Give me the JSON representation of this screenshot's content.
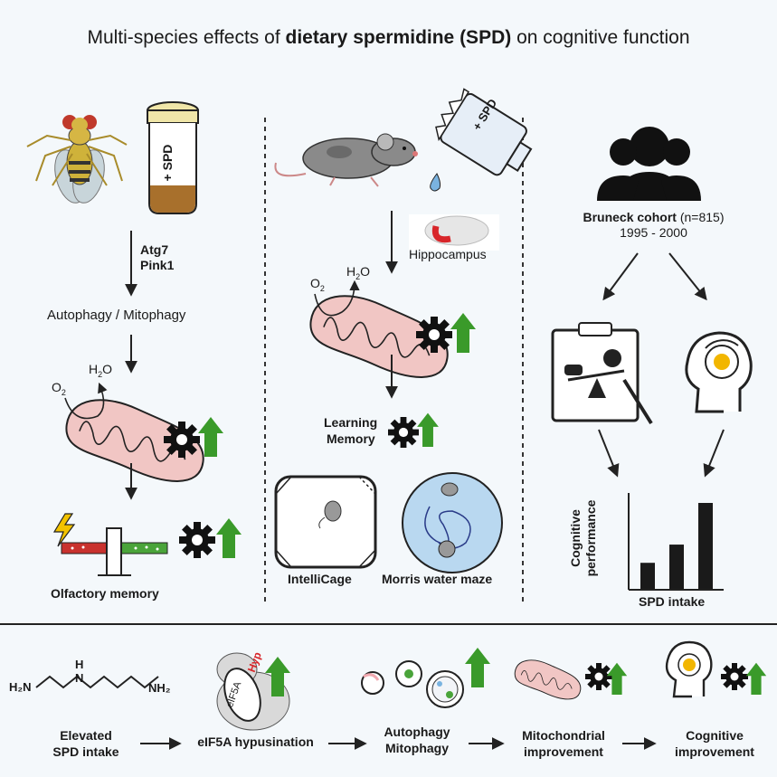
{
  "title": {
    "prefix": "Multi-species effects of ",
    "bold": "dietary spermidine (SPD)",
    "suffix": " on cognitive function"
  },
  "fly_panel": {
    "vial_label": "+ SPD",
    "genes": [
      "Atg7",
      "Pink1"
    ],
    "process": "Autophagy / Mitophagy",
    "o2": "O",
    "o2_sub": "2",
    "h2o_h": "H",
    "h2o_sub": "2",
    "h2o_o": "O",
    "outcome": "Olfactory memory"
  },
  "mouse_panel": {
    "bottle_label": "+ SPD",
    "region": "Hippocampus",
    "o2": "O",
    "o2_sub": "2",
    "h2o_h": "H",
    "h2o_sub": "2",
    "h2o_o": "O",
    "outcome_lines": [
      "Learning",
      "Memory"
    ],
    "test1": "IntelliCage",
    "test2": "Morris water maze"
  },
  "human_panel": {
    "cohort_name": "Bruneck cohort",
    "cohort_n": "(n=815)",
    "years": "1995 - 2000",
    "ylabel_lines": [
      "Cognitive",
      "performance"
    ],
    "xlabel": "SPD intake"
  },
  "chart_data": {
    "type": "bar",
    "categories": [
      "",
      "",
      ""
    ],
    "values": [
      1,
      1.7,
      3.3
    ],
    "xlabel": "SPD intake",
    "ylabel": "Cognitive performance"
  },
  "pathway": {
    "nh2_left": "H₂N",
    "nh": "H",
    "nh_n": "N",
    "nh2_right": "NH₂",
    "hyp": "Hyp",
    "eif5a": "eIF5A",
    "steps": [
      {
        "lines": [
          "Elevated",
          "SPD intake"
        ]
      },
      {
        "lines": [
          "eIF5A hypusination"
        ]
      },
      {
        "lines": [
          "Autophagy",
          "Mitophagy"
        ]
      },
      {
        "lines": [
          "Mitochondrial",
          "improvement"
        ]
      },
      {
        "lines": [
          "Cognitive",
          "improvement"
        ]
      }
    ]
  },
  "colors": {
    "up_arrow": "#3a9a2a",
    "mito_fill": "#f1c6c4",
    "gear": "#111111",
    "hippocampus": "#d8262a",
    "maze_water": "#b9d8f0"
  }
}
